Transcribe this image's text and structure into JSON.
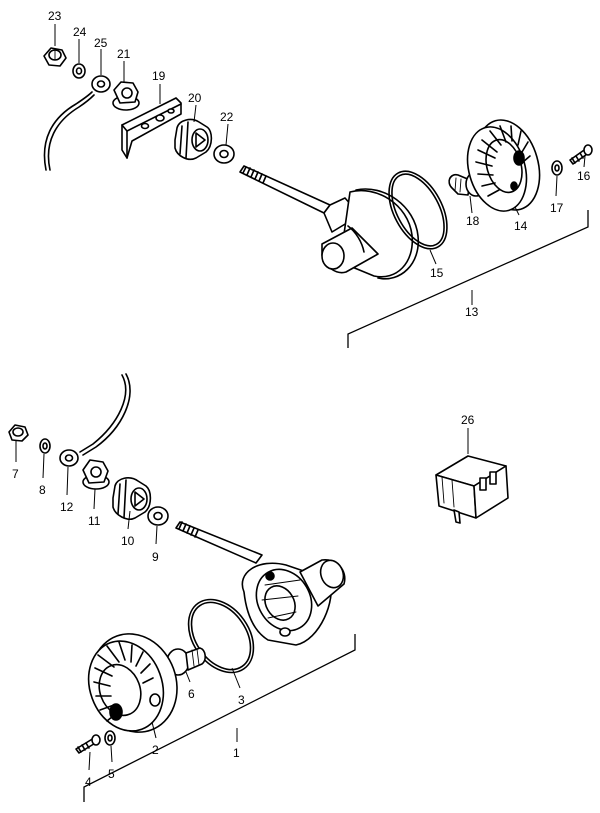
{
  "callouts": {
    "p1": "1",
    "p2": "2",
    "p3": "3",
    "p4": "4",
    "p5": "5",
    "p6": "6",
    "p7": "7",
    "p8": "8",
    "p9": "9",
    "p10": "10",
    "p11": "11",
    "p12": "12",
    "p13": "13",
    "p14": "14",
    "p15": "15",
    "p16": "16",
    "p17": "17",
    "p18": "18",
    "p19": "19",
    "p20": "20",
    "p21": "21",
    "p22": "22",
    "p23": "23",
    "p24": "24",
    "p25": "25",
    "p26": "26"
  }
}
